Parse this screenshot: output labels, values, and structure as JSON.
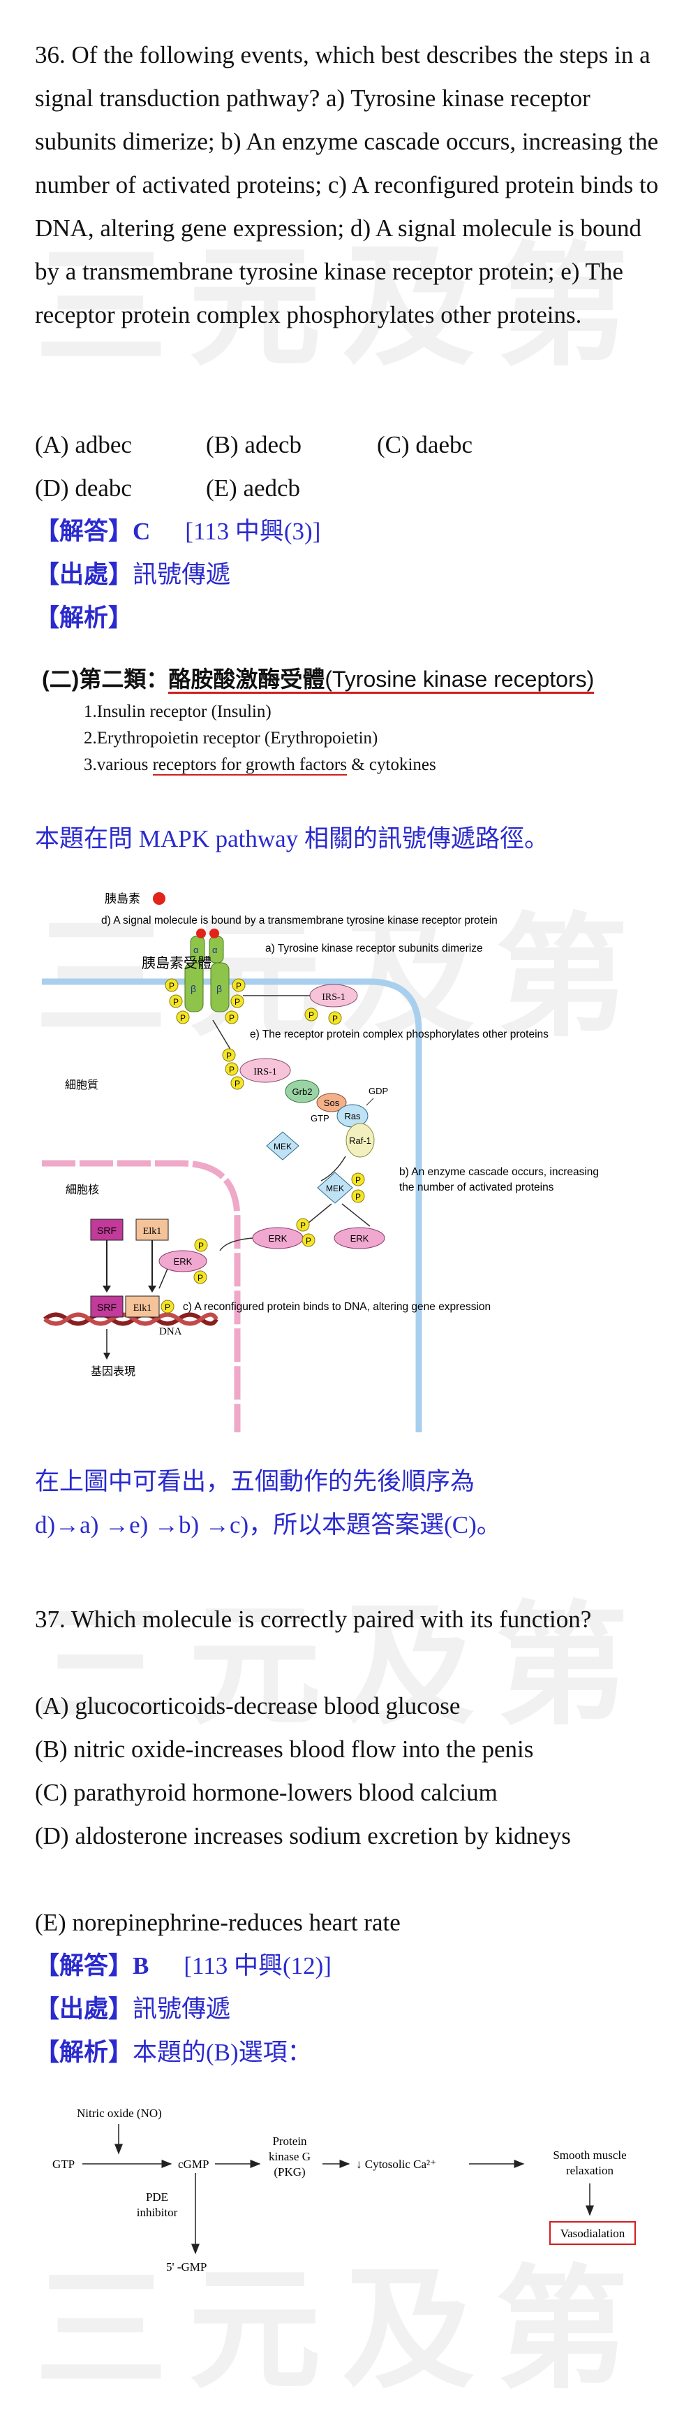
{
  "watermark": "三元及第",
  "q36": {
    "question": "36. Of the following events, which best describes the steps in a signal transduction pathway? a) Tyrosine kinase receptor subunits dimerize; b) An enzyme cascade occurs, increasing the number of activated proteins; c) A reconfigured protein binds to DNA, altering gene expression; d) A signal molecule is bound by a transmembrane tyrosine kinase receptor protein; e) The receptor protein complex phosphorylates other proteins.",
    "options": [
      "(A) adbec",
      "(B) adecb",
      "(C) daebc",
      "(D) deabc",
      "(E) aedcb"
    ],
    "answer_label": "【解答】",
    "answer": "C",
    "answer_ref": "[113 中興(3)]",
    "source_label": "【出處】",
    "source": "訊號傳遞",
    "analysis_label": "【解析】",
    "table": {
      "heading_prefix": "(二)第二類：",
      "heading_zh": "酪胺酸激酶受體",
      "heading_en": "(Tyrosine kinase receptors)",
      "items": [
        "1.Insulin receptor (Insulin)",
        "2.Erythropoietin receptor (Erythropoietin)",
        "3.various ",
        "receptors for growth factors",
        " & cytokines"
      ]
    },
    "note": "本題在問 MAPK pathway 相關的訊號傳遞路徑。",
    "figure": {
      "insulin": "胰島素",
      "step_d": "d) A signal molecule is bound by a transmembrane tyrosine kinase receptor protein",
      "step_a": "a) Tyrosine kinase receptor subunits dimerize",
      "step_e": "e) The receptor protein complex phosphorylates other proteins",
      "step_b1": "b) An enzyme cascade occurs, increasing",
      "step_b2": "the number of activated proteins",
      "step_c": "c) A reconfigured protein binds to DNA, altering gene expression",
      "cytoplasm": "細胞質",
      "nucleus": "細胞核",
      "gene_expression": "基因表現",
      "dna": "DNA",
      "alpha": "α",
      "beta": "β",
      "p": "P",
      "irs1": "IRS-1",
      "grb2": "Grb2",
      "sos": "Sos",
      "ras": "Ras",
      "raf1": "Raf-1",
      "gdp": "GDP",
      "gtp": "GTP",
      "mek": "MEK",
      "erk": "ERK",
      "srf": "SRF",
      "elk1": "Elk1"
    },
    "conclusion1": "在上圖中可看出，五個動作的先後順序為",
    "conclusion2": "d)→a) →e) →b) →c)，所以本題答案選(C)。"
  },
  "q37": {
    "question": "37. Which molecule is correctly paired with its function?",
    "options": [
      "(A) glucocorticoids-decrease blood glucose",
      "(B) nitric oxide-increases blood flow into the penis",
      "(C) parathyroid hormone-lowers blood calcium",
      "(D) aldosterone increases sodium excretion by kidneys",
      "(E) norepinephrine-reduces heart rate"
    ],
    "answer_label": "【解答】",
    "answer": "B",
    "answer_ref": "[113 中興(12)]",
    "source_label": "【出處】",
    "source": "訊號傳遞",
    "analysis_label": "【解析】",
    "analysis": "本題的(B)選項：",
    "diagram": {
      "no": "Nitric oxide (NO)",
      "gtp": "GTP",
      "cgmp": "cGMP",
      "pkg1": "Protein",
      "pkg2": "kinase G",
      "pkg3": "(PKG)",
      "ca": "↓ Cytosolic Ca²⁺",
      "smooth1": "Smooth muscle",
      "smooth2": "relaxation",
      "pde1": "PDE",
      "pde2": "inhibitor",
      "gmp": "5' -GMP",
      "vaso": "Vasodialation"
    }
  }
}
